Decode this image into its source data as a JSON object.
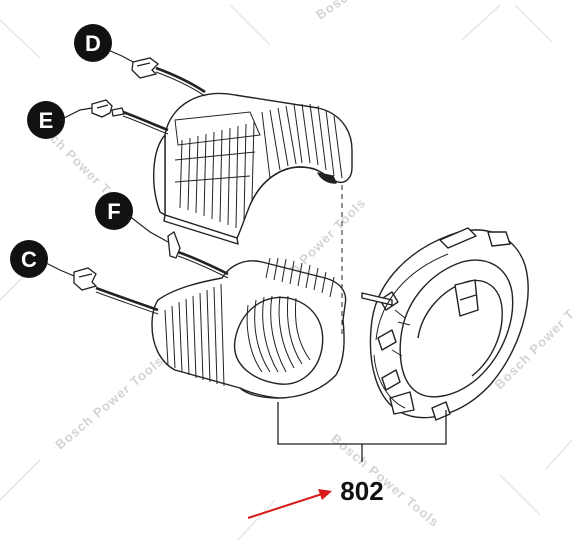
{
  "callouts": {
    "d": "D",
    "e": "E",
    "f": "F",
    "c": "C"
  },
  "part_number": "802",
  "watermark_text": "Bosch Power Tools",
  "colors": {
    "line": "#222222",
    "callout_fill": "#111111",
    "arrow": "#d91a1a",
    "watermark": "#d4d4d4"
  }
}
